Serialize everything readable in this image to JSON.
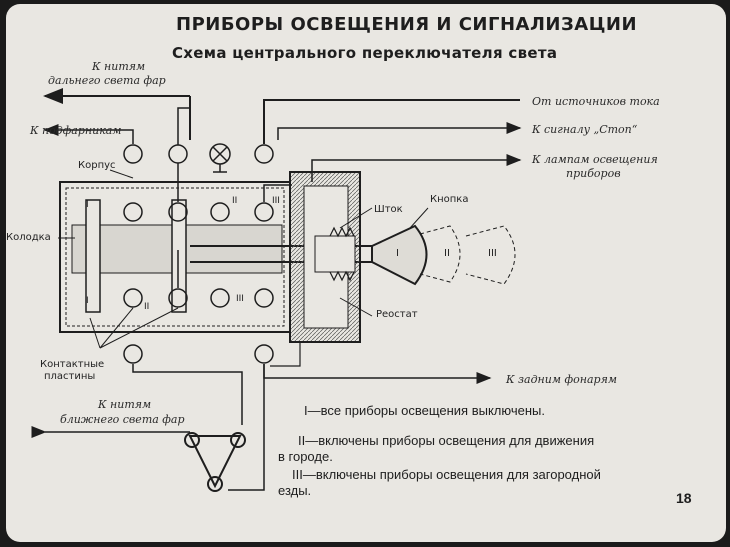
{
  "header": {
    "title": "ПРИБОРЫ ОСВЕЩЕНИЯ И СИГНАЛИЗАЦИИ",
    "subtitle": "Схема центрального переключателя света"
  },
  "left_labels": {
    "high_beam_1": "К нитям",
    "high_beam_2": "дальнего света фар",
    "parking": "К подфарникам",
    "low_beam_1": "К нитям",
    "low_beam_2": "ближнего света фар"
  },
  "right_labels": {
    "power": "От источников тока",
    "stop": "К сигналу „Стоп“",
    "instr_1": "К лампам освещения",
    "instr_2": "приборов",
    "rear": "К задним фонарям"
  },
  "part_labels": {
    "housing": "Корпус",
    "block": "Колодка",
    "contacts_1": "Контактные",
    "contacts_2": "пластины",
    "rod": "Шток",
    "button": "Кнопка",
    "rheostat": "Реостат"
  },
  "position_marks": {
    "one": "I",
    "two": "II",
    "three": "III"
  },
  "legend": {
    "line1": "I—все приборы освещения выключены.",
    "line2a": "II—включены приборы освещения для движения",
    "line2b": "в городе.",
    "line3a": "III—включены приборы освещения для загородной",
    "line3b": "езды."
  },
  "page_number": "18"
}
